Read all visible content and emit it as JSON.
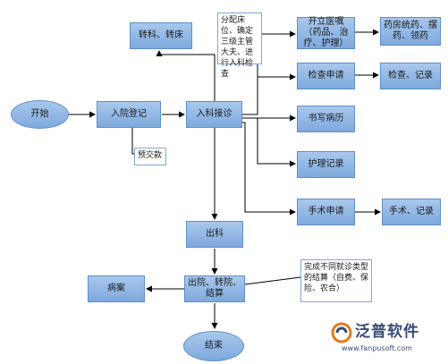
{
  "nodes": {
    "start": "开始",
    "admission_registration": "入院登记",
    "admission_treatment": "入科接诊",
    "transfer": "转科、转床",
    "prescribe_orders": "开立医嘱（药品、治疗、护理）",
    "pharmacy": "药房统药、摆药、领药",
    "exam_request": "检查申请",
    "exam_record": "检查、记录",
    "write_record": "书写病历",
    "nursing_record": "护理记录",
    "surgery_request": "手术申请",
    "surgery_record": "手术、记录",
    "discharge_dept": "出科",
    "discharge_settle": "出院、转院、结算",
    "medical_record": "病案",
    "end": "结束"
  },
  "notes": {
    "prepay": "预交款",
    "bed_assign": "分配床位、确定三级主管大夫、进行入科检查",
    "settle_types": "完成不同就诊类型的结算（自费、保险、农合）"
  },
  "watermark": {
    "brand": "泛普软件",
    "url": "www.fanpusoft.com"
  },
  "colors": {
    "box_fill": "#8fb6e6",
    "box_border": "#5f8fc9",
    "arrow": "#000000"
  }
}
